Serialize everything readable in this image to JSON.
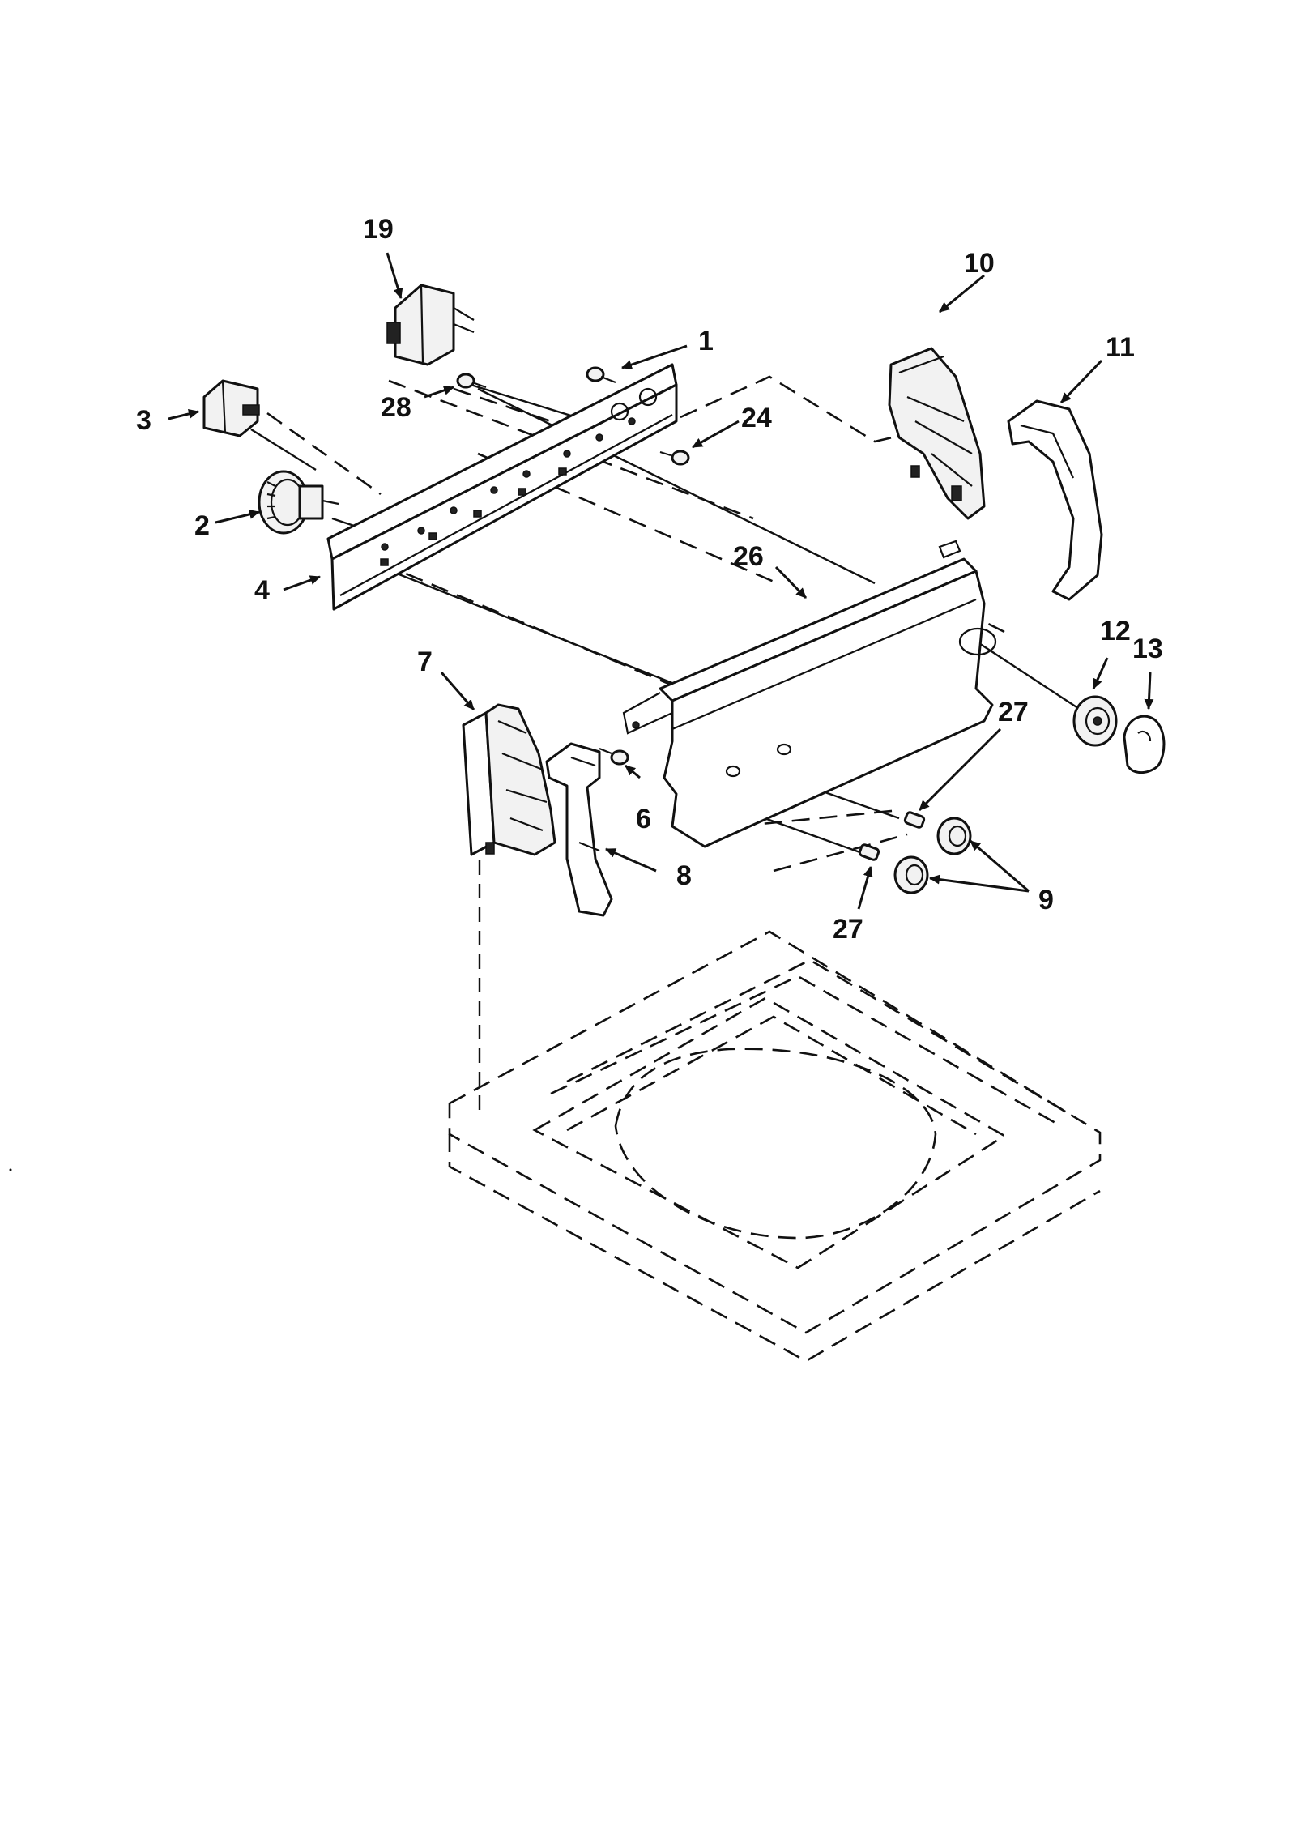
{
  "colors": {
    "ink": "#111111",
    "paper": "#ffffff"
  },
  "callouts": {
    "c1": "1",
    "c2": "2",
    "c3": "3",
    "c4": "4",
    "c6": "6",
    "c7": "7",
    "c8": "8",
    "c9": "9",
    "c10": "10",
    "c11": "11",
    "c12": "12",
    "c13": "13",
    "c19": "19",
    "c24": "24",
    "c26": "26",
    "c27a": "27",
    "c27b": "27",
    "c28": "28"
  }
}
